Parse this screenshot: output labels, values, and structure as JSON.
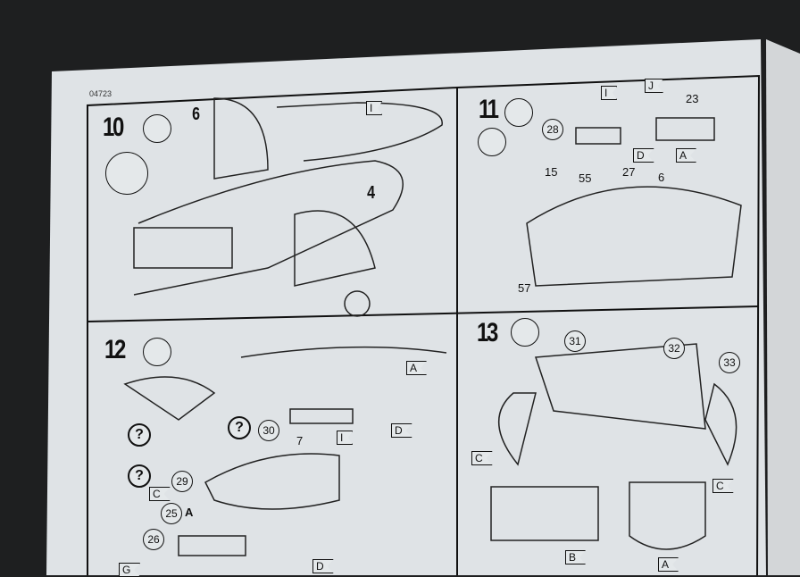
{
  "page": {
    "code": "04723",
    "colors": {
      "page": "#dfe3e6",
      "ink": "#111111",
      "background": "#1e1f20"
    }
  },
  "steps": [
    {
      "number": "10",
      "icons": [
        "glue-tube-icon",
        "clock-icon"
      ],
      "parts": [
        "6",
        "4"
      ],
      "decals": [
        "I"
      ]
    },
    {
      "number": "11",
      "icons": [
        "glue-tube-icon",
        "paint-icon"
      ],
      "parts": [
        "28",
        "23",
        "15",
        "55",
        "27",
        "6",
        "57"
      ],
      "decals": [
        "I",
        "J",
        "D",
        "A"
      ]
    },
    {
      "number": "12",
      "icons": [
        "glue-tube-icon"
      ],
      "parts": [
        "30",
        "7",
        "29",
        "25",
        "26"
      ],
      "option": "A",
      "decals": [
        "A",
        "D",
        "I",
        "C",
        "G",
        "D"
      ],
      "questions": [
        "?",
        "?",
        "?"
      ]
    },
    {
      "number": "13",
      "icons": [
        "glue-tube-icon"
      ],
      "parts": [
        "31",
        "32",
        "33"
      ],
      "decals": [
        "C",
        "C",
        "B",
        "A"
      ]
    }
  ]
}
